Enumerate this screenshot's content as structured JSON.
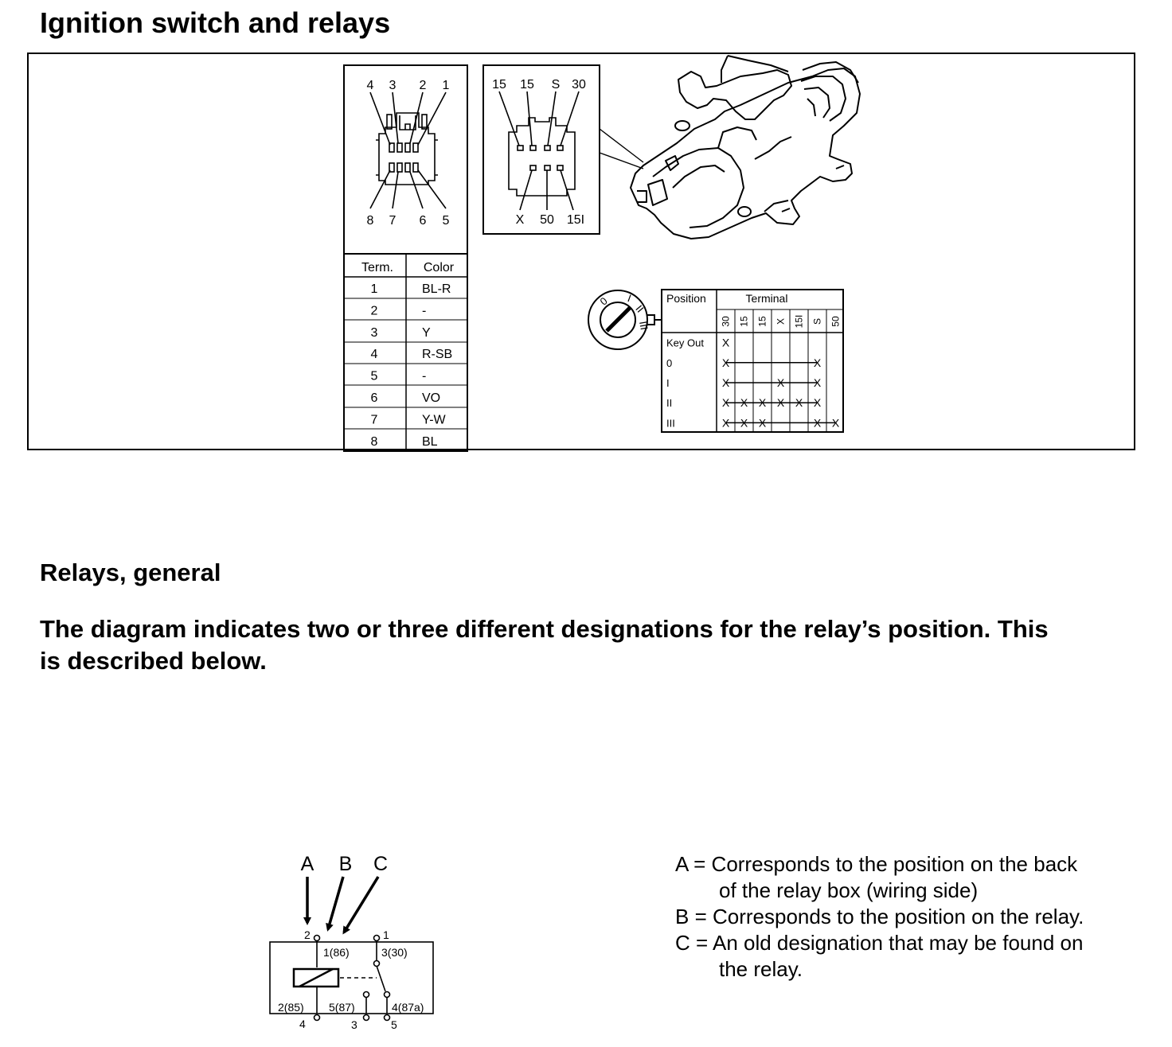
{
  "title": "Ignition switch and relays",
  "connector_pins_top": [
    "4",
    "3",
    "2",
    "1"
  ],
  "connector_pins_bottom": [
    "8",
    "7",
    "6",
    "5"
  ],
  "term_table": {
    "headers": [
      "Term.",
      "Color"
    ],
    "rows": [
      {
        "term": "1",
        "color": "BL-R"
      },
      {
        "term": "2",
        "color": "-"
      },
      {
        "term": "3",
        "color": "Y"
      },
      {
        "term": "4",
        "color": "R-SB"
      },
      {
        "term": "5",
        "color": "-"
      },
      {
        "term": "6",
        "color": "VO"
      },
      {
        "term": "7",
        "color": "Y-W"
      },
      {
        "term": "8",
        "color": "BL"
      }
    ]
  },
  "switch_pins_top": [
    "15",
    "15",
    "S",
    "30"
  ],
  "switch_pins_bottom": [
    "X",
    "50",
    "15I"
  ],
  "key_dial_labels": [
    "0",
    "I",
    "II",
    "III"
  ],
  "position_table": {
    "position_header": "Position",
    "terminal_header": "Terminal",
    "terminals": [
      "30",
      "15",
      "15",
      "X",
      "15I",
      "S",
      "50"
    ],
    "rows": [
      {
        "label": "Key Out",
        "marks": [
          "X",
          "",
          "",
          "",
          "",
          "",
          ""
        ],
        "linked": false
      },
      {
        "label": "0",
        "marks": [
          "X",
          "",
          "",
          "",
          "",
          "X",
          ""
        ],
        "linked": true
      },
      {
        "label": "I",
        "marks": [
          "X",
          "",
          "",
          "X",
          "",
          "X",
          ""
        ],
        "linked": true
      },
      {
        "label": "II",
        "marks": [
          "X",
          "X",
          "X",
          "X",
          "X",
          "X",
          ""
        ],
        "linked": true
      },
      {
        "label": "III",
        "marks": [
          "X",
          "X",
          "X",
          "",
          "",
          "X",
          "X"
        ],
        "linked": true
      }
    ]
  },
  "relays_heading": "Relays, general",
  "intro_line1": "The diagram indicates two or three different designations for the relay’s position. This",
  "intro_line2": "is described below.",
  "relay_diagram": {
    "arrow_labels": [
      "A",
      "B",
      "C"
    ],
    "pins": {
      "top_left_outer": "2",
      "top_left_inner": "1(86)",
      "top_right_outer": "1",
      "top_right_inner": "3(30)",
      "bottom_left_inner": "2(85)",
      "bottom_left_outer": "4",
      "bottom_mid_inner": "5(87)",
      "bottom_mid_outer": "3",
      "bottom_right_inner": "4(87a)",
      "bottom_right_outer": "5"
    }
  },
  "legend": [
    {
      "line1": "A = Corresponds to the position on the back",
      "line2": "of the relay box (wiring side)"
    },
    {
      "line1": "B = Corresponds to the position on the relay.",
      "line2": ""
    },
    {
      "line1": "C = An old designation that may be found on",
      "line2": "the relay."
    }
  ]
}
